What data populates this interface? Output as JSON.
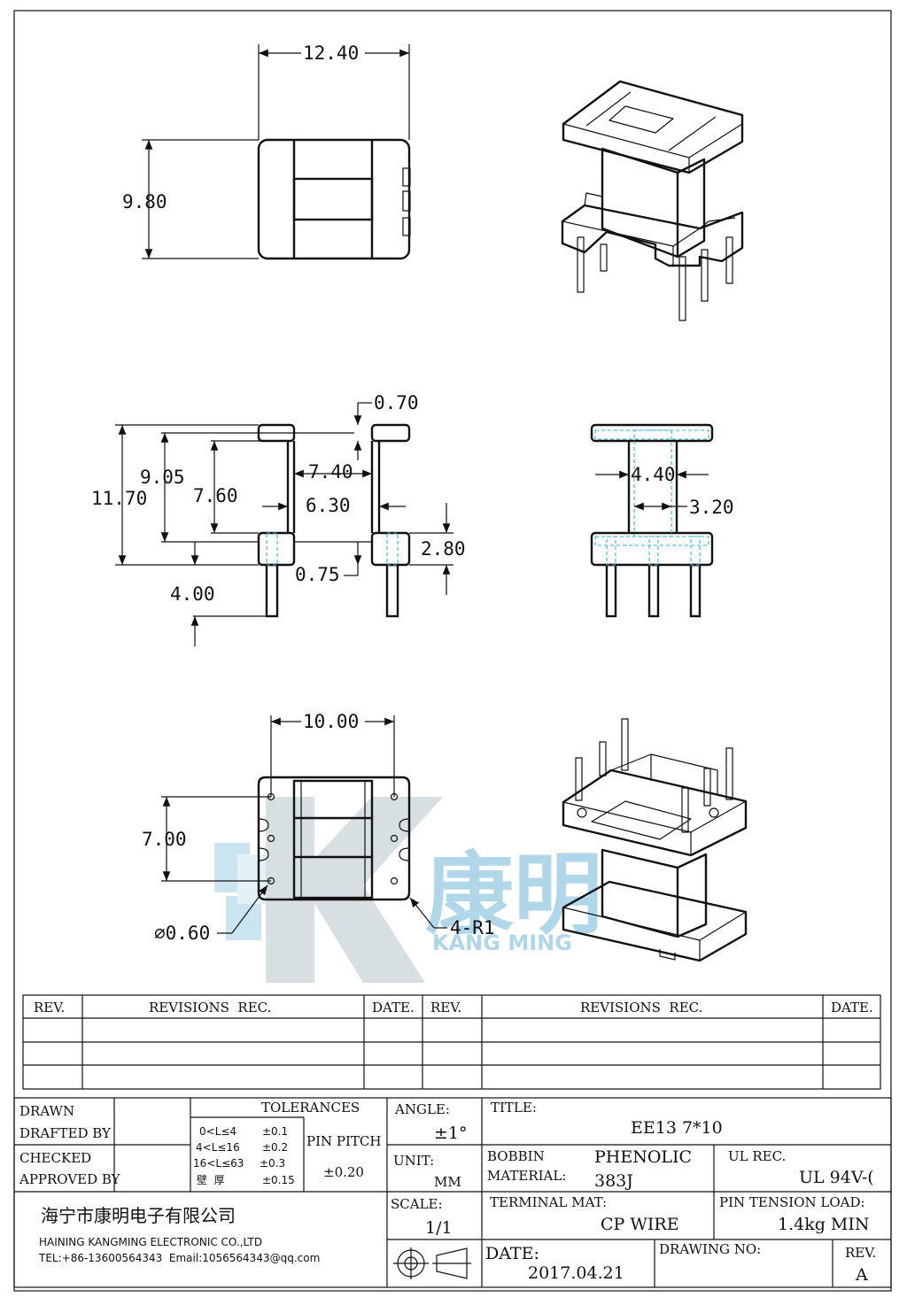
{
  "dimensions": {
    "top_width": "12.40",
    "top_height": "9.80",
    "flange_thickness": "0.70",
    "overall_height": "11.70",
    "winding_height": "9.05",
    "inner_height": "7.60",
    "window_width": "7.40",
    "inner_width": "6.30",
    "base_height": "2.80",
    "pin_offset": "0.75",
    "pin_length": "4.00",
    "core_width": "4.40",
    "core_inner": "3.20",
    "pin_spacing_x": "10.00",
    "pin_spacing_y": "7.00",
    "pin_diameter": "⌀0.60",
    "corner_radius": "4-R1"
  },
  "watermark": {
    "brand_cn": "康明",
    "brand_en": "KANG MING"
  },
  "revisions": {
    "headers": [
      "REV.",
      "REVISIONS  REC.",
      "DATE.",
      "REV.",
      "REVISIONS  REC.",
      "DATE."
    ],
    "rows": [
      [
        "",
        "",
        "",
        "",
        "",
        ""
      ],
      [
        "",
        "",
        "",
        "",
        "",
        ""
      ],
      [
        "",
        "",
        "",
        "",
        "",
        ""
      ]
    ]
  },
  "title_block": {
    "drawn_label": "DRAWN",
    "drafted_label": "DRAFTED BY",
    "checked_label": "CHECKED",
    "approved_label": "APPROVED BY",
    "tolerances_label": "TOLERANCES",
    "tol_rows": [
      {
        "range": "0<L≤4",
        "value": "±0.1"
      },
      {
        "range": "4<L≤16",
        "value": "±0.2"
      },
      {
        "range": "16<L≤63",
        "value": "±0.3"
      },
      {
        "range": "壁  厚",
        "value": "±0.15"
      }
    ],
    "pin_pitch_label": "PIN PITCH",
    "pin_pitch_value": "±0.20",
    "angle_label": "ANGLE:",
    "angle_value": "±1°",
    "unit_label": "UNIT:",
    "unit_value": "MM",
    "scale_label": "SCALE:",
    "scale_value": "1/1",
    "title_label": "TITLE:",
    "title_value": "EE13 7*10",
    "bobbin_label_1": "BOBBIN",
    "bobbin_label_2": "MATERIAL:",
    "bobbin_value_1": "PHENOLIC",
    "bobbin_value_2": "383J",
    "ul_label": "UL REC.",
    "ul_value": "UL 94V-(",
    "terminal_label": "TERMINAL MAT:",
    "terminal_value": "CP WIRE",
    "tension_label": "PIN TENSION LOAD:",
    "tension_value": "1.4kg MIN",
    "date_label": "DATE:",
    "date_value": "2017.04.21",
    "drawing_no_label": "DRAWING NO:",
    "drawing_no_value": "",
    "rev_label": "REV.",
    "rev_value": "A",
    "company_cn": "海宁市康明电子有限公司",
    "company_en": "HAINING KANGMING ELECTRONIC CO.,LTD",
    "contact": "TEL:+86-13600564343  Email:1056564343@qq.com"
  }
}
